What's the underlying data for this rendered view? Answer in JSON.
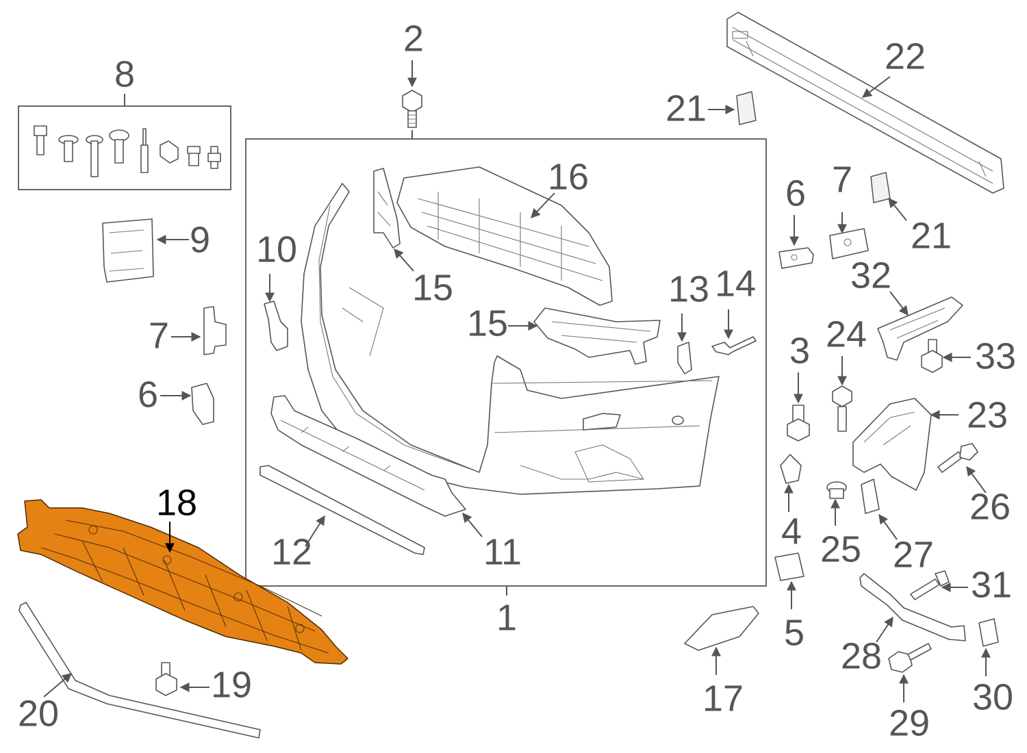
{
  "diagram": {
    "highlight_color": "#E58214",
    "callouts": [
      {
        "id": "c1",
        "text": "1"
      },
      {
        "id": "c2",
        "text": "2"
      },
      {
        "id": "c3",
        "text": "3"
      },
      {
        "id": "c4",
        "text": "4"
      },
      {
        "id": "c5",
        "text": "5"
      },
      {
        "id": "c6a",
        "text": "6"
      },
      {
        "id": "c6b",
        "text": "6"
      },
      {
        "id": "c7a",
        "text": "7"
      },
      {
        "id": "c7b",
        "text": "7"
      },
      {
        "id": "c8",
        "text": "8"
      },
      {
        "id": "c9",
        "text": "9"
      },
      {
        "id": "c10",
        "text": "10"
      },
      {
        "id": "c11",
        "text": "11"
      },
      {
        "id": "c12",
        "text": "12"
      },
      {
        "id": "c13",
        "text": "13"
      },
      {
        "id": "c14",
        "text": "14"
      },
      {
        "id": "c15a",
        "text": "15"
      },
      {
        "id": "c15b",
        "text": "15"
      },
      {
        "id": "c16",
        "text": "16"
      },
      {
        "id": "c17",
        "text": "17"
      },
      {
        "id": "c18",
        "text": "18"
      },
      {
        "id": "c19",
        "text": "19"
      },
      {
        "id": "c20",
        "text": "20"
      },
      {
        "id": "c21a",
        "text": "21"
      },
      {
        "id": "c21b",
        "text": "21"
      },
      {
        "id": "c22",
        "text": "22"
      },
      {
        "id": "c23",
        "text": "23"
      },
      {
        "id": "c24",
        "text": "24"
      },
      {
        "id": "c25",
        "text": "25"
      },
      {
        "id": "c26",
        "text": "26"
      },
      {
        "id": "c27",
        "text": "27"
      },
      {
        "id": "c28",
        "text": "28"
      },
      {
        "id": "c29",
        "text": "29"
      },
      {
        "id": "c30",
        "text": "30"
      },
      {
        "id": "c31",
        "text": "31"
      },
      {
        "id": "c32",
        "text": "32"
      },
      {
        "id": "c33",
        "text": "33"
      }
    ]
  }
}
